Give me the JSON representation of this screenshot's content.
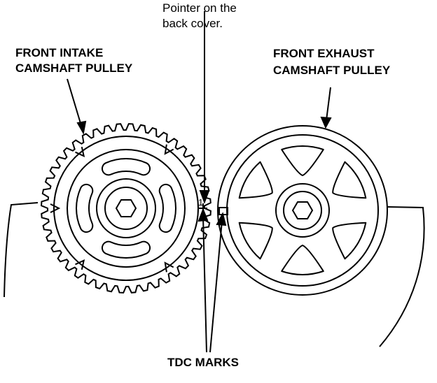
{
  "labels": {
    "pointer_line1": "Pointer on the",
    "pointer_line2": "back cover.",
    "intake_line1": "FRONT INTAKE",
    "intake_line2": "CAMSHAFT PULLEY",
    "exhaust_line1": "FRONT EXHAUST",
    "exhaust_line2": "CAMSHAFT PULLEY",
    "tdc": "TDC MARKS"
  },
  "colors": {
    "ink": "#000000",
    "paper": "#ffffff"
  }
}
